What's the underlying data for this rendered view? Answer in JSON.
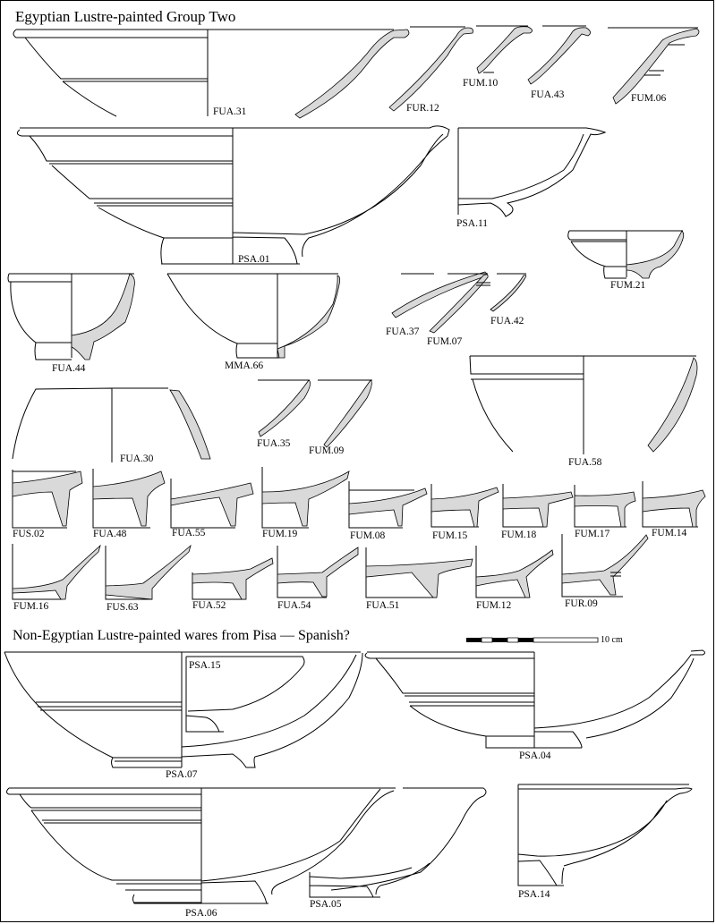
{
  "plate": {
    "section_1_title": "Egyptian Lustre-painted Group Two",
    "section_2_title": "Non-Egyptian Lustre-painted wares from Pisa — Spanish?",
    "scale_bar": {
      "label": "10 cm",
      "segments": [
        "black",
        "white",
        "black",
        "white",
        "black",
        "white-long"
      ]
    },
    "section_fill_color": "#d9d9d9",
    "line_color": "#000000"
  },
  "labels": {
    "group_two": [
      "FUA.31",
      "FUR.12",
      "FUM.10",
      "FUA.43",
      "FUM.06",
      "PSA.01",
      "PSA.11",
      "FUM.21",
      "FUA.44",
      "MMA.66",
      "FUA.37",
      "FUM.07",
      "FUA.42",
      "FUA.30",
      "FUA.35",
      "FUM.09",
      "FUA.58"
    ],
    "bases_row_1": [
      "FUS.02",
      "FUA.48",
      "FUA.55",
      "FUM.19",
      "FUM.08",
      "FUM.15",
      "FUM.18",
      "FUM.17",
      "FUM.14"
    ],
    "bases_row_2": [
      "FUM.16",
      "FUS.63",
      "FUA.52",
      "FUA.54",
      "FUA.51",
      "FUM.12",
      "FUR.09"
    ],
    "spanish": [
      "PSA.15",
      "PSA.07",
      "PSA.04",
      "PSA.06",
      "PSA.05",
      "PSA.14"
    ]
  }
}
